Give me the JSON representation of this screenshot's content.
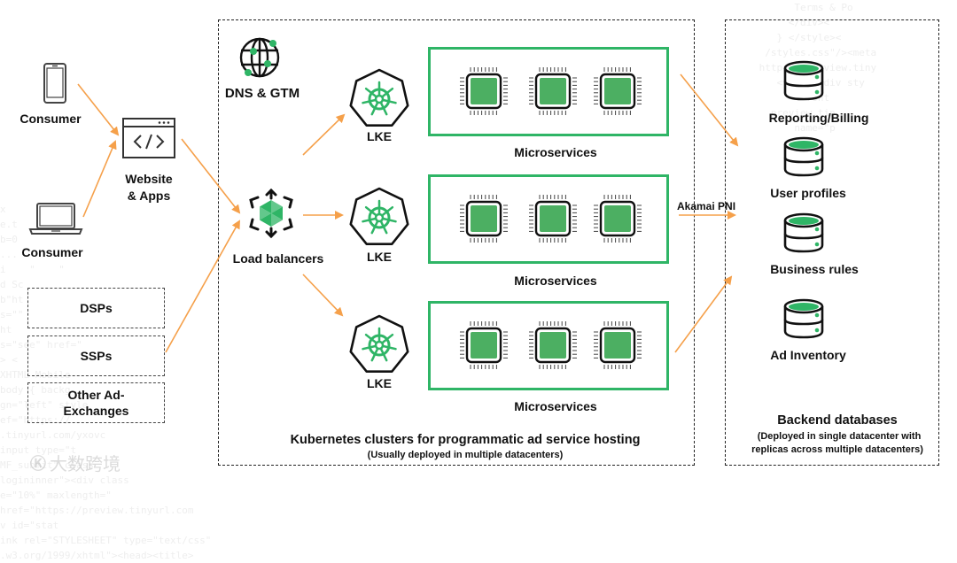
{
  "colors": {
    "arrow": "#f5a04a",
    "accent_green": "#2fb566",
    "chip_green": "#4caf62",
    "stroke": "#111111"
  },
  "clients": {
    "consumer_mobile": {
      "label": "Consumer",
      "icon": "smartphone-icon"
    },
    "consumer_laptop": {
      "label": "Consumer",
      "icon": "laptop-icon"
    },
    "website": {
      "label_line1": "Website",
      "label_line2": "& Apps",
      "icon": "browser-code-icon"
    },
    "ad_exchanges": [
      {
        "label": "DSPs"
      },
      {
        "label": "SSPs"
      },
      {
        "label": "Other Ad-\nExchanges"
      }
    ]
  },
  "kubernetes_zone": {
    "dns": {
      "label": "DNS & GTM",
      "icon": "globe-network-icon"
    },
    "load_balancer": {
      "label": "Load balancers",
      "icon": "load-balancer-icon"
    },
    "clusters": [
      {
        "lke_label": "LKE",
        "services_label": "Microservices",
        "chip_count": 3
      },
      {
        "lke_label": "LKE",
        "services_label": "Microservices",
        "chip_count": 3
      },
      {
        "lke_label": "LKE",
        "services_label": "Microservices",
        "chip_count": 3
      }
    ],
    "title": "Kubernetes clusters for programmatic ad service hosting",
    "subtitle": "(Usually deployed in multiple datacenters)"
  },
  "connection": {
    "label": "Akamai PNI"
  },
  "backend_zone": {
    "databases": [
      {
        "label": "Reporting/Billing"
      },
      {
        "label": "User profiles"
      },
      {
        "label": "Business rules"
      },
      {
        "label": "Ad Inventory"
      }
    ],
    "title": "Backend databases",
    "subtitle_line1": "(Deployed in single datacenter with",
    "subtitle_line2": "replicas across multiple datacenters)"
  },
  "watermark": {
    "logo_text": "大数跨境"
  }
}
